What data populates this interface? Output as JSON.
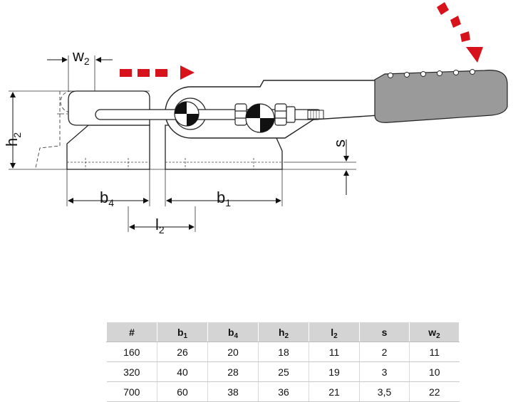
{
  "diagram": {
    "labels": {
      "w": "w",
      "w_sub": "2",
      "h": "h",
      "h_sub": "2",
      "s": "s",
      "b4": "b",
      "b4_sub": "4",
      "b1": "b",
      "b1_sub": "1",
      "l": "l",
      "l_sub": "2"
    },
    "colors": {
      "arrow": "#d7121b",
      "handle": "#9a9a9a",
      "line": "#222222"
    }
  },
  "table": {
    "columns": [
      {
        "base": "#",
        "sub": ""
      },
      {
        "base": "b",
        "sub": "1"
      },
      {
        "base": "b",
        "sub": "4"
      },
      {
        "base": "h",
        "sub": "2"
      },
      {
        "base": "l",
        "sub": "2"
      },
      {
        "base": "s",
        "sub": ""
      },
      {
        "base": "w",
        "sub": "2"
      }
    ],
    "rows": [
      [
        "160",
        "26",
        "20",
        "18",
        "11",
        "2",
        "11"
      ],
      [
        "320",
        "40",
        "28",
        "25",
        "19",
        "3",
        "10"
      ],
      [
        "700",
        "60",
        "38",
        "36",
        "21",
        "3,5",
        "22"
      ]
    ]
  }
}
